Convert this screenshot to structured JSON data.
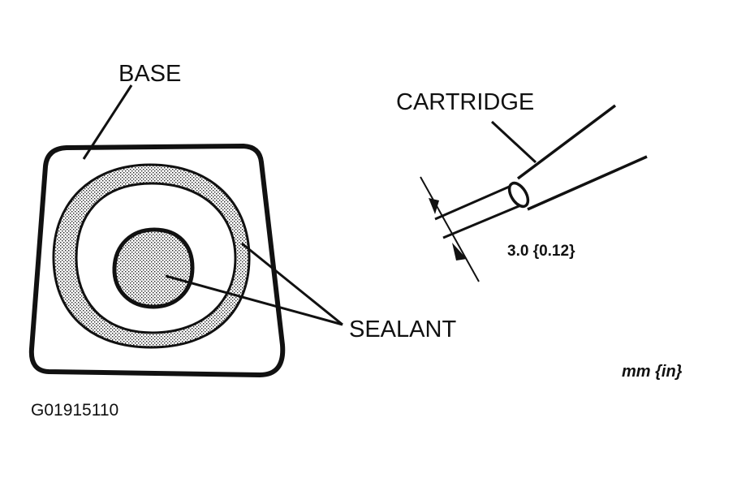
{
  "labels": {
    "base": "BASE",
    "sealant": "SEALANT",
    "cartridge": "CARTRIDGE",
    "dimension": "3.0 {0.12}",
    "units": "mm {in}",
    "figure_code": "G01915110"
  }
}
